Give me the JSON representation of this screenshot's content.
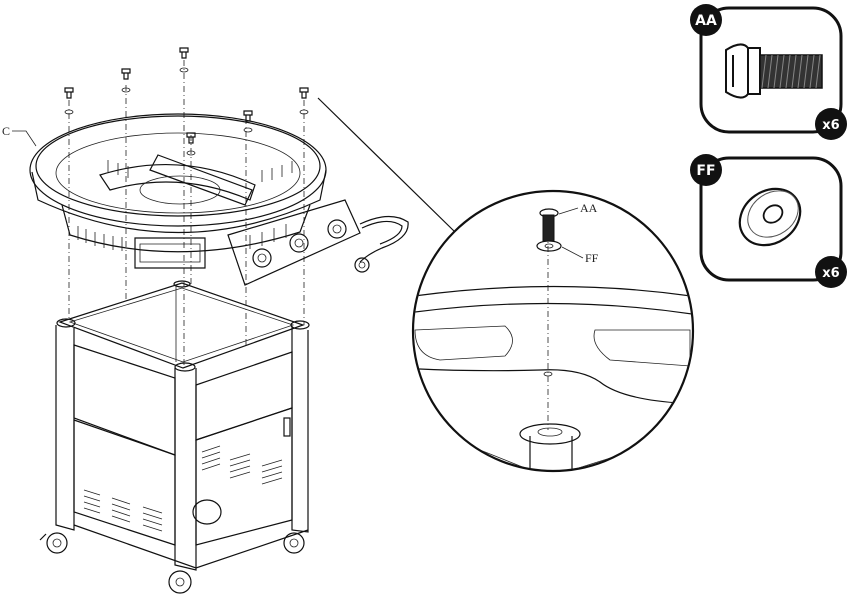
{
  "labels": {
    "ring_part": "C",
    "detail_bolt": "AA",
    "detail_washer": "FF"
  },
  "parts": [
    {
      "code": "AA",
      "name_icon": "bolt-icon",
      "quantity": "x6"
    },
    {
      "code": "FF",
      "name_icon": "washer-icon",
      "quantity": "x6"
    }
  ],
  "colors": {
    "badge": "#111111",
    "line": "#111111"
  }
}
